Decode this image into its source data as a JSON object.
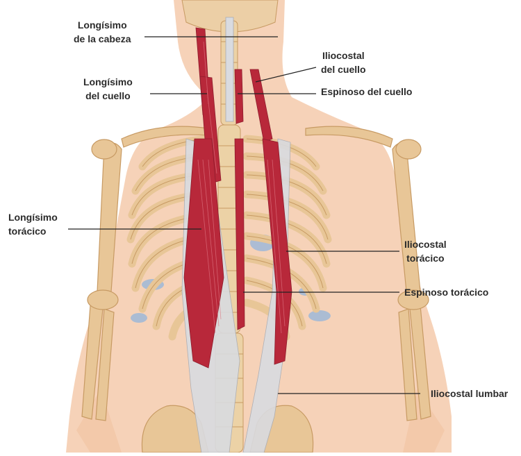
{
  "labels": {
    "longisimo_cabeza": [
      "Longísimo",
      "de la cabeza"
    ],
    "longisimo_cuello": [
      "Longísimo",
      "del cuello"
    ],
    "longisimo_toracico": [
      "Longísimo",
      "torácico"
    ],
    "iliocostal_cuello": [
      "Iliocostal",
      "del cuello"
    ],
    "espinoso_cuello": "Espinoso del cuello",
    "iliocostal_toracico": [
      "Iliocostal",
      "torácico"
    ],
    "espinoso_toracico": "Espinoso torácico",
    "iliocostal_lumbar": "Iliocostal lumbar"
  },
  "colors": {
    "skin": "#f6d2b8",
    "bone": "#e8c697",
    "bone_outline": "#c79a63",
    "muscle": "#b8283a",
    "tendon": "#d9dbe0",
    "lung": "#9fb9d8",
    "leader": "#222222"
  }
}
